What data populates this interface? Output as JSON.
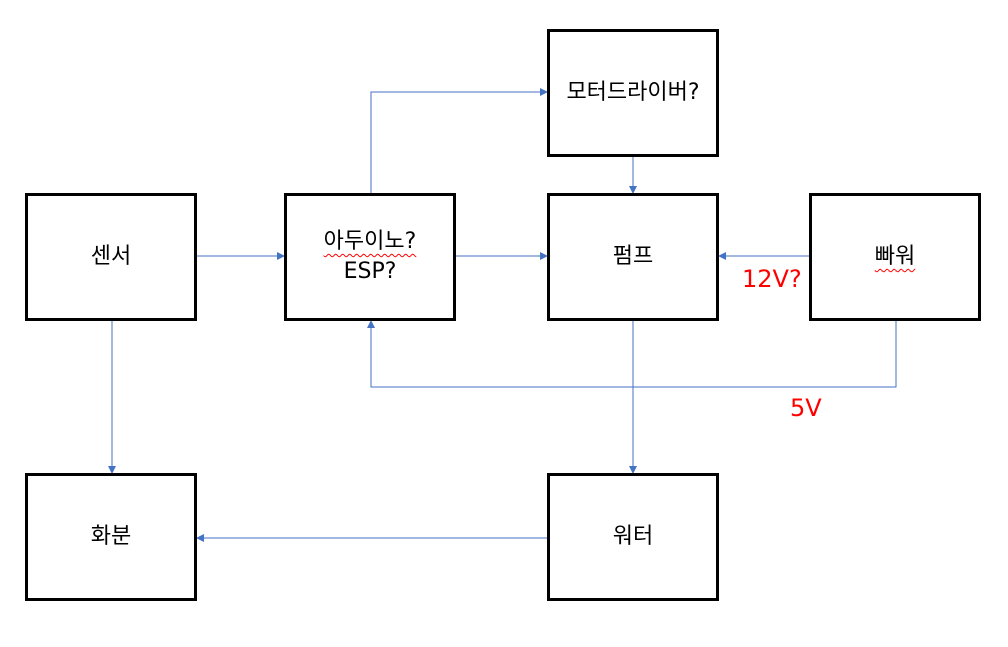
{
  "nodes": {
    "sensor": {
      "label": "센서"
    },
    "arduino": {
      "line1": "아두이노?",
      "line2": "ESP?"
    },
    "motor_driver": {
      "label": "모터드라이버?"
    },
    "pump": {
      "label": "펌프"
    },
    "power": {
      "label": "빠워"
    },
    "pot": {
      "label": "화분"
    },
    "water": {
      "label": "워터"
    }
  },
  "edge_labels": {
    "power_to_pump": "12V?",
    "power_to_arduino": "5V"
  },
  "colors": {
    "connector": "#4472c4",
    "annotation": "#ff0000",
    "box_border": "#000000"
  }
}
